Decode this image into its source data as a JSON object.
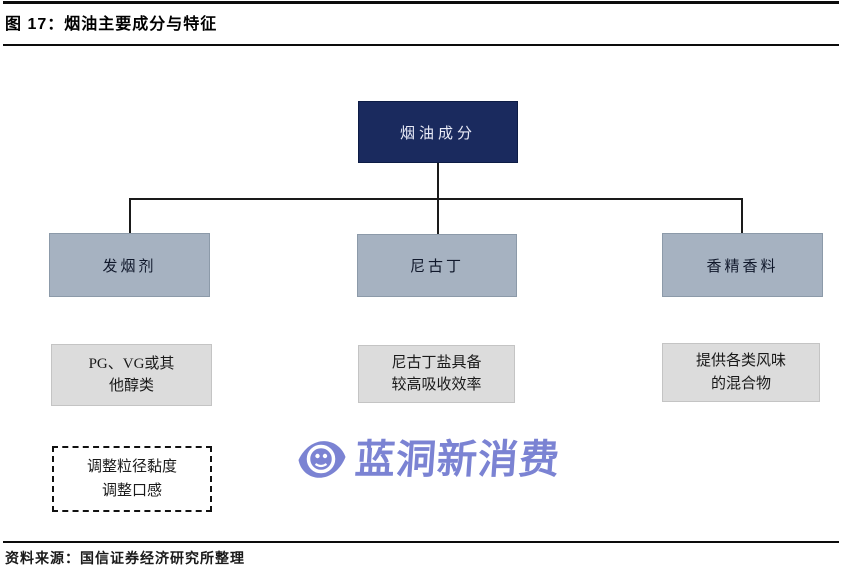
{
  "figure": {
    "title": "图 17：烟油主要成分与特征",
    "source": "资料来源：国信证券经济研究所整理"
  },
  "diagram": {
    "root": {
      "label": "烟油成分"
    },
    "branches": [
      {
        "label": "发烟剂",
        "detail": "PG、VG或其\n他醇类"
      },
      {
        "label": "尼古丁",
        "detail": "尼古丁盐具备\n较高吸收效率"
      },
      {
        "label": "香精香料",
        "detail": "提供各类风味\n的混合物"
      }
    ],
    "note": {
      "text": "调整粒径黏度\n调整口感"
    }
  },
  "watermark": {
    "text": "蓝洞新消费",
    "icon": "eye-logo-icon",
    "color": "#7b83d3"
  },
  "colors": {
    "root_bg": "#1a2a5e",
    "branch_bg": "#a6b2c1",
    "detail_bg": "#dcdcdc",
    "connector": "#1a1a1a",
    "rule": "#0c0c0c"
  }
}
